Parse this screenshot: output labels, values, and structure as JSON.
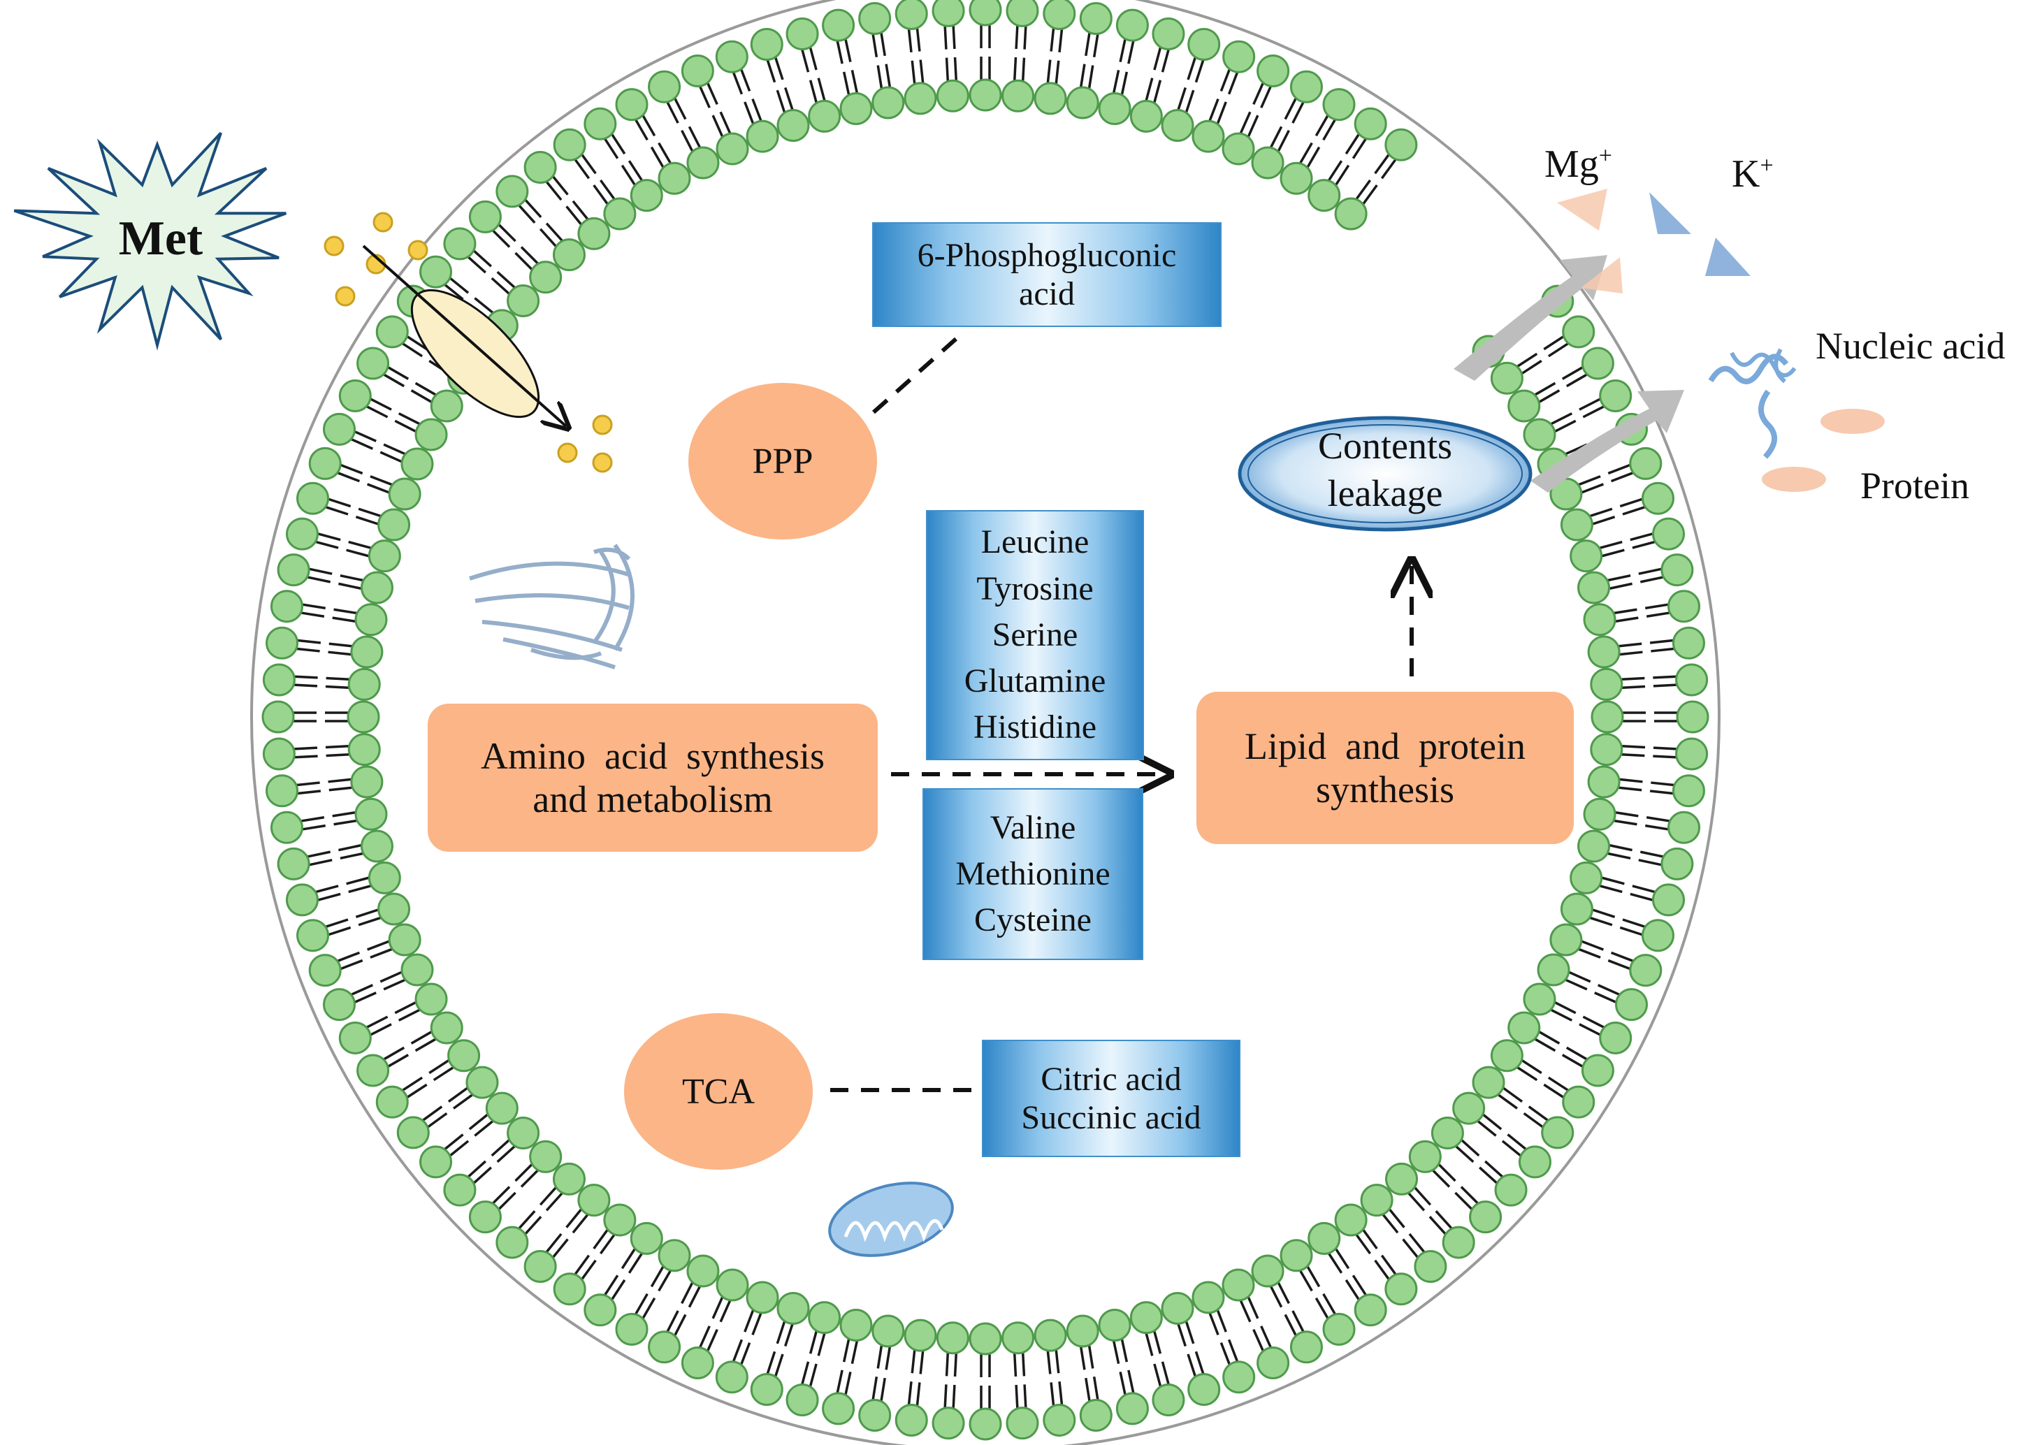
{
  "colors": {
    "head": "#9ad590",
    "head_stroke": "#4f9a4c",
    "orange": "#fbb587",
    "blue_dark": "#2f86c8",
    "blue_light": "#e9f5fd",
    "arrow_gray": "#bdbdbd",
    "ion_orange": "#f7c9ae",
    "ion_blue": "#8fb3dc"
  },
  "labels": {
    "met": "Met",
    "mg": "Mg",
    "mg_charge": "+",
    "k": "K",
    "k_charge": "+",
    "nucleic_acid": "Nucleic acid",
    "protein": "Protein",
    "ppp": "PPP",
    "tca": "TCA",
    "contents_leakage_1": "Contents",
    "contents_leakage_2": "leakage",
    "phospho_1": "6-Phosphogluconic",
    "phospho_2": "acid",
    "amino_1": "Amino  acid  synthesis",
    "amino_2": "and metabolism",
    "lipid_1": "Lipid  and  protein",
    "lipid_2": "synthesis",
    "tca_products": [
      "Citric acid",
      "Succinic acid"
    ],
    "amino_upper": [
      "Leucine",
      "Tyrosine",
      "Serine",
      "Glutamine",
      "Histidine"
    ],
    "amino_lower": [
      "Valine",
      "Methionine",
      "Cysteine"
    ]
  }
}
